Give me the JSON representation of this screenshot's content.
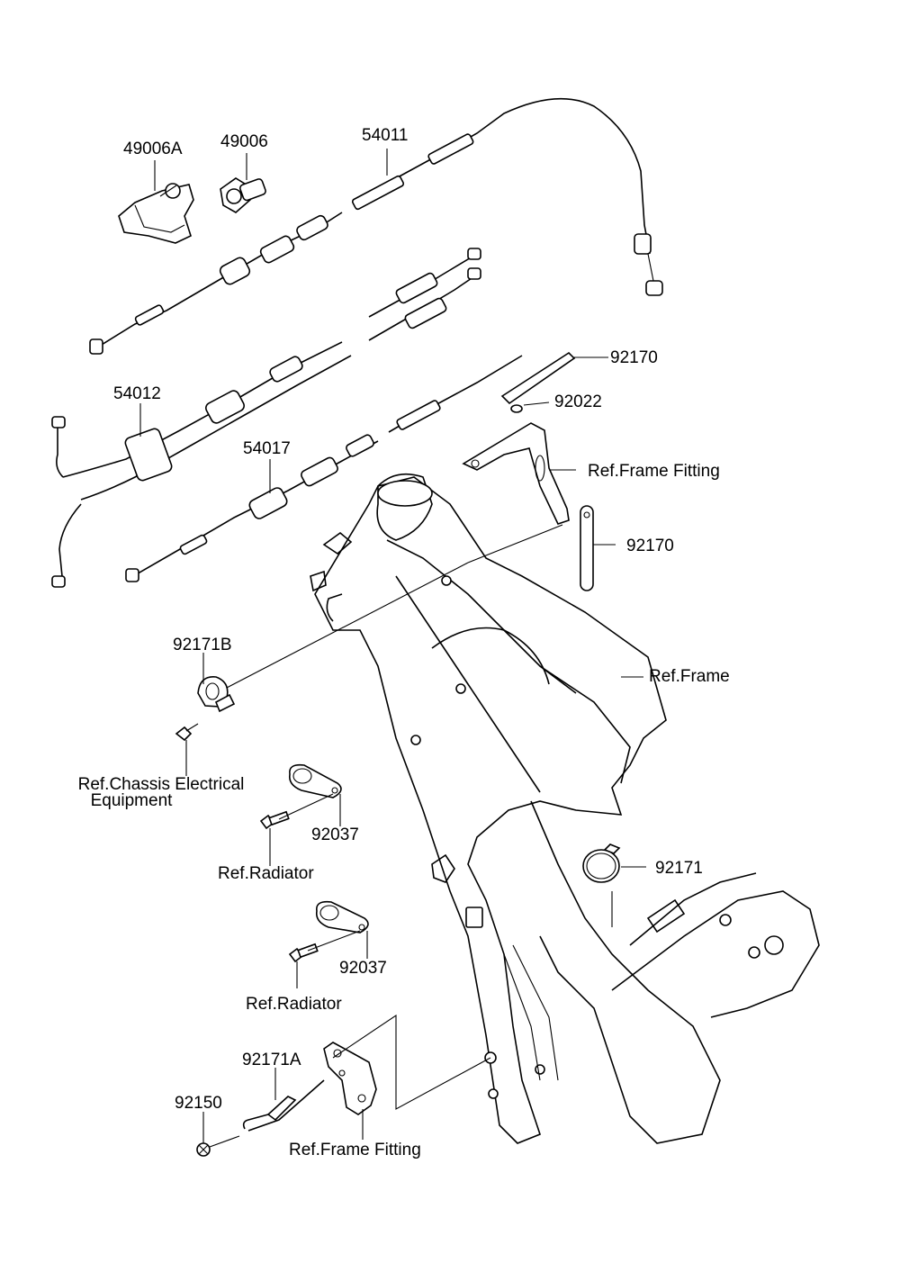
{
  "labels": {
    "p49006A": "49006A",
    "p49006": "49006",
    "p54011": "54011",
    "p54012": "54012",
    "p54017": "54017",
    "p92170a": "92170",
    "p92022": "92022",
    "ref_frame_fitting_top": "Ref.Frame Fitting",
    "p92170b": "92170",
    "ref_frame": "Ref.Frame",
    "p92171B": "92171B",
    "ref_chassis_line1": "Ref.Chassis Electrical",
    "ref_chassis_line2": "Equipment",
    "p92037a": "92037",
    "ref_radiator_a": "Ref.Radiator",
    "p92171": "92171",
    "p92037b": "92037",
    "ref_radiator_b": "Ref.Radiator",
    "p92171A": "92171A",
    "p92150": "92150",
    "ref_frame_fitting_bottom": "Ref.Frame Fitting"
  }
}
